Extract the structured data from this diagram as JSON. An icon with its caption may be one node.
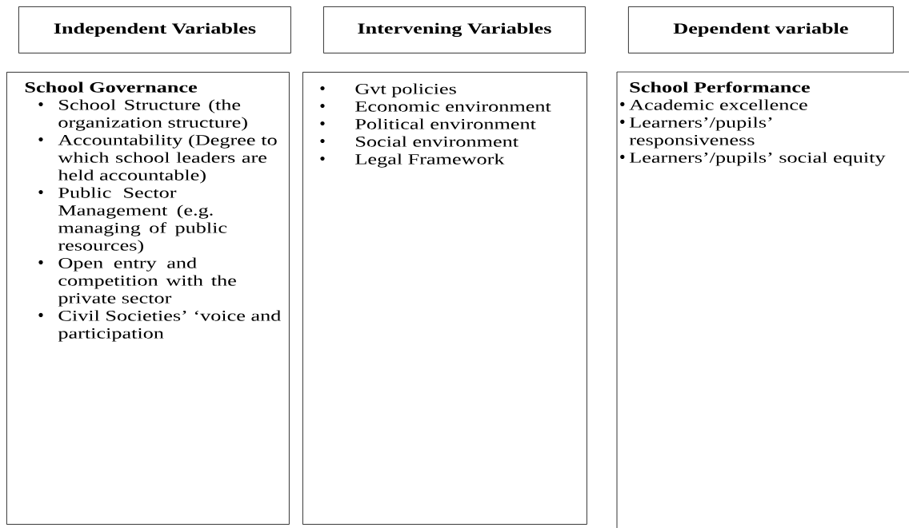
{
  "diagram": {
    "nodes": [
      {
        "text": [
          "Independent Variables"
        ]
      },
      {
        "text": [
          "Intervening Variables"
        ]
      },
      {
        "text": [
          "Dependent variable"
        ]
      },
      {
        "text": [
          "School Governance",
          "School Structure (the organization structure)",
          "Accountability (Degree to which school leaders are held accountable)",
          "Public Sector Management (e.g. managing of public resources)",
          "Open entry and competition with the private sector",
          "Civil Societies’ ‘voice and participation"
        ]
      },
      {
        "text": [
          "Gvt policies",
          "Economic environment",
          "Political environment",
          "Social environment",
          "Legal Framework"
        ]
      },
      {
        "text": [
          "School Performance",
          "Academic excellence",
          "Learners’/pupils’ responsiveness",
          "Learners’/pupils’ social equity"
        ]
      }
    ]
  }
}
